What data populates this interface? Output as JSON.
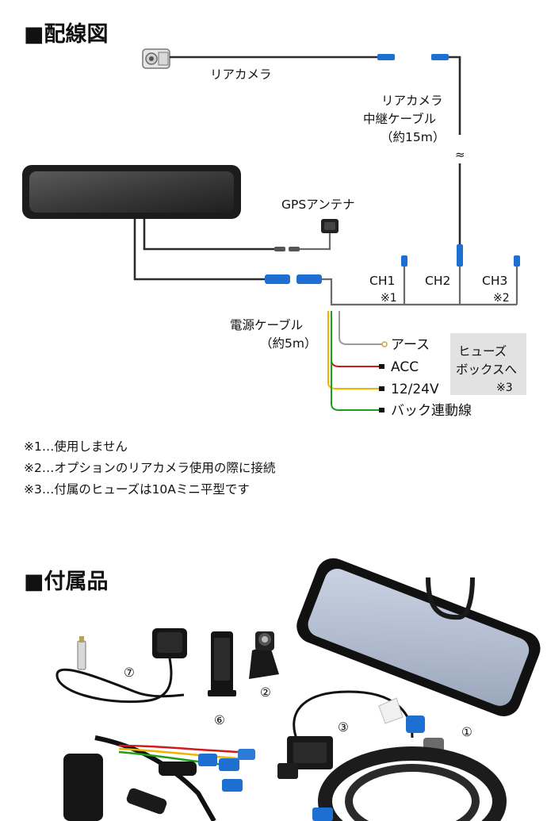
{
  "wiring": {
    "title": "■配線図",
    "rear_camera_label": "リアカメラ",
    "relay_cable_label": [
      "リアカメラ",
      "中継ケーブル",
      "（約15m）"
    ],
    "gps_label": "GPSアンテナ",
    "channels": [
      "CH1",
      "CH2",
      "CH3"
    ],
    "ch1_note": "※1",
    "ch3_note": "※2",
    "power_cable_label": [
      "電源ケーブル",
      "（約5m）"
    ],
    "wires": [
      {
        "label": "アース",
        "color": "#9a9a9a"
      },
      {
        "label": "ACC",
        "color": "#d21a1a"
      },
      {
        "label": "12/24V",
        "color": "#f0b400"
      },
      {
        "label": "バック連動線",
        "color": "#1aa01a"
      }
    ],
    "fuse_box_label": [
      "ヒューズ",
      "ボックスへ"
    ],
    "fuse_note": "※3",
    "notes": [
      "※1…使用しません",
      "※2…オプションのリアカメラ使用の際に接続",
      "※3…付属のヒューズは10Aミニ平型です"
    ]
  },
  "accessories": {
    "title": "■付属品",
    "item_numbers": [
      "①",
      "②",
      "③",
      "⑥",
      "⑦"
    ]
  },
  "colors": {
    "connector_blue": "#1d6fd1",
    "cable_gray": "#6a6a6a",
    "fuse_bg": "#e2e2e2"
  }
}
